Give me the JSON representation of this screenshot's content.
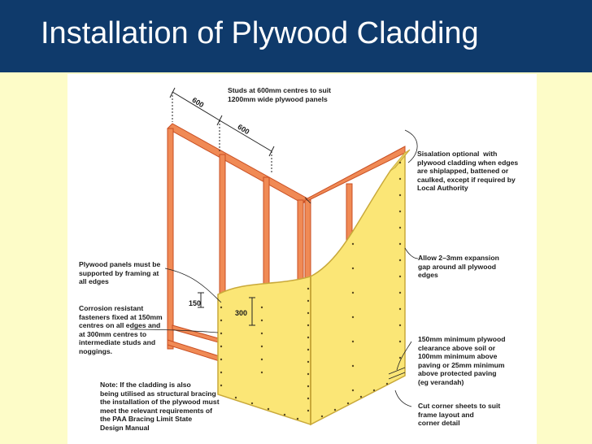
{
  "slide": {
    "title": "Installation of Plywood Cladding",
    "accent": "#0f3a6b",
    "background": "#fdfcc8"
  },
  "diagram": {
    "colors": {
      "timber": "#f08a55",
      "timber_edge": "#c94f23",
      "plywood": "#fbe676",
      "plywood_edge": "#c9a93a"
    },
    "dimensions": {
      "stud_spacing_a": "600",
      "stud_spacing_b": "600",
      "edge_spacing": "150",
      "intermediate_spacing": "300"
    },
    "notes": {
      "studs": "Studs at 600mm centres to suit\n1200mm wide plywood panels",
      "sisalation": "Sisalation optional  with\nplywood cladding when edges\nare shiplapped, battened or\ncaulked, except if required by\nLocal Authority",
      "panels_supported": "Plywood panels must be\nsupported by framing at\nall edges",
      "fasteners": "Corrosion resistant\nfasteners fixed at 150mm\ncentres on all edges and\nat 300mm centres to\nintermediate studs and\nnoggings.",
      "expansion_gap": "Allow 2–3mm expansion\ngap around all plywood\nedges",
      "clearance": "150mm minimum plywood\nclearance above soil or\n100mm minimum above\npaving or 25mm minimum\nabove protected paving\n(eg verandah)",
      "bracing": "Note: If the cladding is also\nbeing utilised as structural bracing\nthe installation of the plywood must\nmeet the relevant requirements of\nthe PAA Bracing Limit State\nDesign Manual",
      "corner_sheets": "Cut corner sheets to suit\nframe layout and\ncorner detail"
    }
  }
}
